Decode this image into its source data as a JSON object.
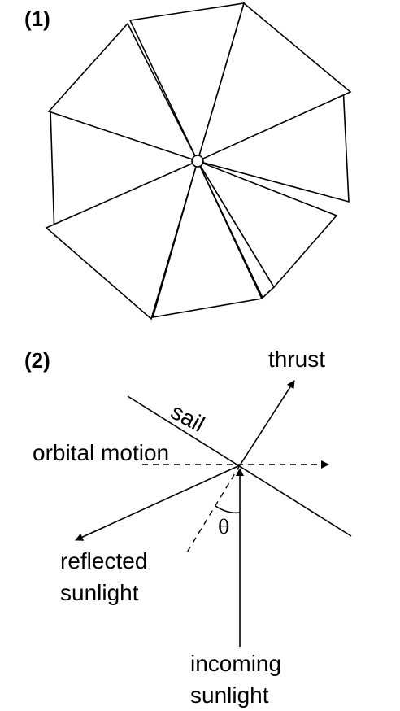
{
  "panel1": {
    "label": "(1)"
  },
  "panel2": {
    "label": "(2)",
    "labels": {
      "thrust": "thrust",
      "sail": "sail",
      "orbital_motion": "orbital motion",
      "theta": "θ",
      "reflected_line1": "reflected",
      "reflected_line2": "sunlight",
      "incoming_line1": "incoming",
      "incoming_line2": "sunlight"
    }
  }
}
